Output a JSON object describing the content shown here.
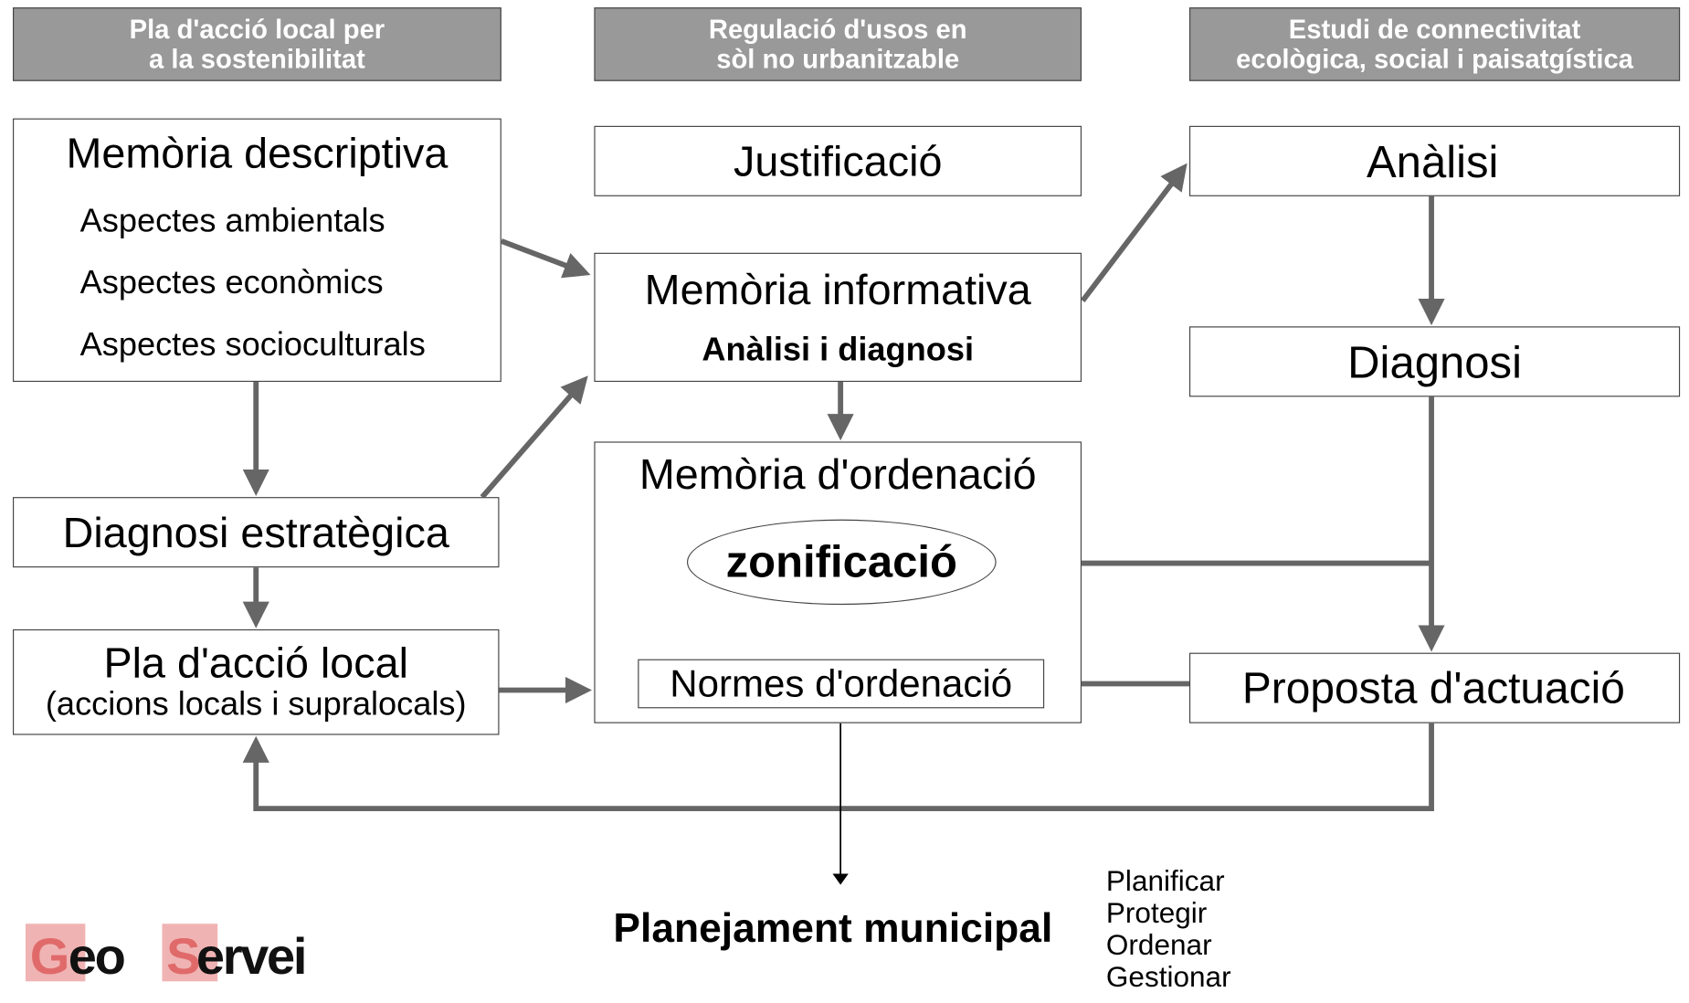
{
  "headers": {
    "col1": [
      "Pla d'acció local per",
      "a la sostenibilitat"
    ],
    "col2": [
      "Regulació d'usos en",
      "sòl no urbanitzable"
    ],
    "col3": [
      "Estudi de connectivitat",
      "ecològica, social i paisatgística"
    ]
  },
  "col1": {
    "memoria_descriptiva": {
      "title": "Memòria descriptiva",
      "items": [
        "Aspectes ambientals",
        "Aspectes econòmics",
        "Aspectes socioculturals"
      ]
    },
    "diagnosi_estrategica": "Diagnosi estratègica",
    "pla_accio_local": {
      "title": "Pla d'acció local",
      "subtitle": "(accions locals i supralocals)"
    }
  },
  "col2": {
    "justificacio": "Justificació",
    "memoria_informativa": {
      "title": "Memòria informativa",
      "subtitle": "Anàlisi i diagnosi"
    },
    "memoria_ordenacio": {
      "title": "Memòria d'ordenació",
      "zonificacio": "zonificació",
      "normes": "Normes d'ordenació"
    }
  },
  "col3": {
    "analisi": "Anàlisi",
    "diagnosi": "Diagnosi",
    "proposta": "Proposta d'actuació"
  },
  "bottom": {
    "planejament": "Planejament municipal",
    "verbs": [
      "Planificar",
      "Protegir",
      "Ordenar",
      "Gestionar"
    ]
  },
  "logo": {
    "text": "GeoServei",
    "parts": [
      "G",
      "eo",
      "S",
      "ervei"
    ]
  },
  "colors": {
    "header_fill": "#999999",
    "arrow": "#666666",
    "box_border": "#444444",
    "logo_accent": "#e06a6a"
  }
}
